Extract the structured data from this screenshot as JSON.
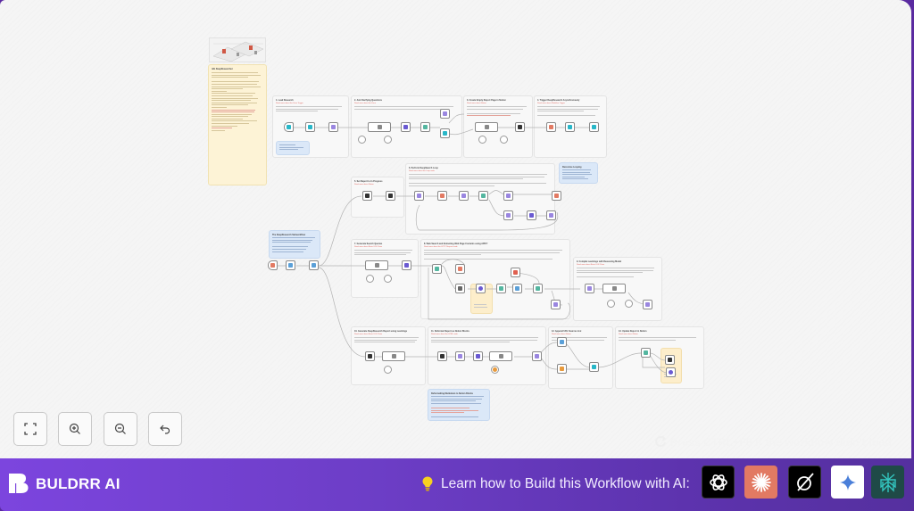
{
  "canvas": {
    "controls": {
      "fit_view": "fit-view",
      "zoom_in": "zoom-in",
      "zoom_out": "zoom-out",
      "reset": "reset-zoom"
    },
    "reload_hint": "Press CTRL+F5 if the workflow didn't load",
    "overview_note": {
      "title": "n8n DeepResearcher",
      "lines": 28
    },
    "sections": [
      {
        "id": "s1",
        "title": "1. Lead Research",
        "subtitle": "Read more about the Form Trigger"
      },
      {
        "id": "s2",
        "title": "2. Ask Clarifying Questions",
        "subtitle": "Read more about the Form"
      },
      {
        "id": "s3",
        "title": "3. Create Empty Report Page in Notion",
        "subtitle": "Read more about Notion"
      },
      {
        "id": "s4",
        "title": "4. Trigger DeepResearch Asynchronously",
        "subtitle": "Read more about Workflow Trigger"
      },
      {
        "id": "s5",
        "title": "5. Set Report to In Progress",
        "subtitle": "Read more about Notion"
      },
      {
        "id": "s6",
        "title": "6. Perform DeepSearch Loop",
        "subtitle": "Read more about the Loop node"
      },
      {
        "id": "s7",
        "title": "7. Generate Search Queries",
        "subtitle": "Read more about Basic LLM Chain"
      },
      {
        "id": "s8",
        "title": "8. Web Search and Extracting Web Page Contents using APIFY",
        "subtitle": "Read more about the HTTP Request node"
      },
      {
        "id": "s9",
        "title": "9. Compile Learnings with Reasoning Model",
        "subtitle": "Read more about Basic LLM Chain"
      },
      {
        "id": "s10",
        "title": "10. Generate DeepResearch Report using Learnings",
        "subtitle": "Read more about Basic LLM Chain"
      },
      {
        "id": "s11",
        "title": "11. Reformat Report as Notion Blocks",
        "subtitle": "Read more about the HTML node"
      },
      {
        "id": "s12",
        "title": "12. Append URL Sources List",
        "subtitle": "Read more about Notion"
      },
      {
        "id": "s13",
        "title": "13. Update Report in Notion",
        "subtitle": "Read more about Notion"
      }
    ],
    "notes": [
      {
        "id": "n-subworkflow",
        "title": "The DeepResearch Subworkflow"
      },
      {
        "id": "n-clarify",
        "title": "Clarifying Questions"
      },
      {
        "id": "n-research",
        "title": "Recursive Looping"
      },
      {
        "id": "n-notion",
        "title": "Reformatting Markdown to Notion Blocks"
      }
    ]
  },
  "footer": {
    "brand": "BULDRR AI",
    "learn_text": "Learn how to Build this Workflow with AI:",
    "ai_buttons": [
      {
        "name": "chatgpt",
        "bg": "#000000"
      },
      {
        "name": "claude",
        "bg": "#e27a63"
      },
      {
        "name": "grok",
        "bg": "#000000"
      },
      {
        "name": "gemini",
        "bg": "#ffffff"
      },
      {
        "name": "perplexity",
        "bg": "#1f4a47"
      }
    ],
    "colors": {
      "bar_start": "#7c45de",
      "bar_end": "#55309f",
      "bulb": "#f7d21f"
    }
  }
}
